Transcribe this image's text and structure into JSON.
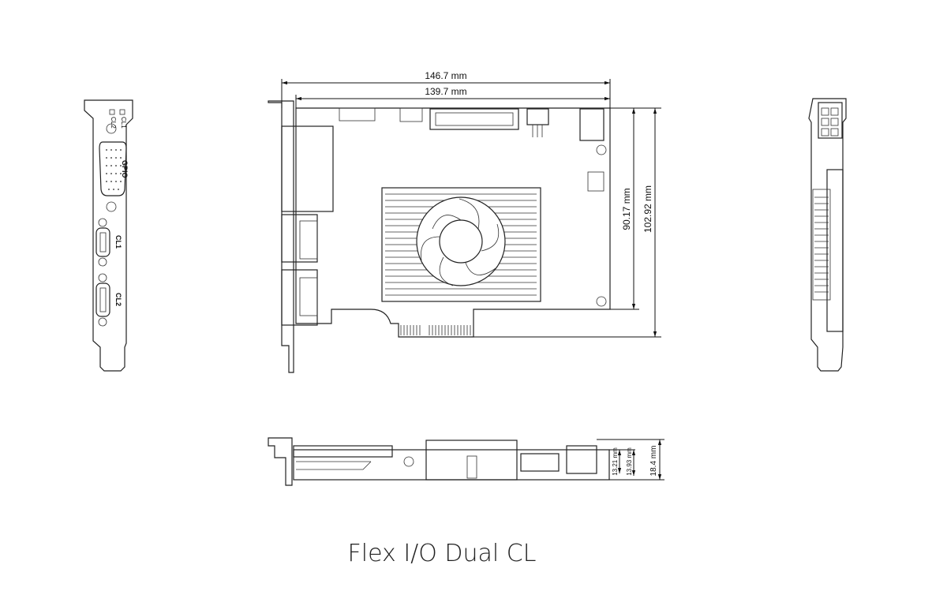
{
  "title": "Flex I/O Dual CL",
  "front_bracket": {
    "led_labels": [
      "CL2",
      "CL1"
    ],
    "connectors": [
      "GPIO",
      "CL1",
      "CL2"
    ]
  },
  "dimensions": {
    "overall_length": "146.7 mm",
    "board_length": "139.7 mm",
    "board_height": "90.17 mm",
    "overall_height": "102.92 mm",
    "thickness_1": "13.21 mm",
    "thickness_2": "13.93 mm",
    "thickness_total": "18.4 mm"
  },
  "colors": {
    "line": "#222222",
    "background": "#ffffff"
  }
}
